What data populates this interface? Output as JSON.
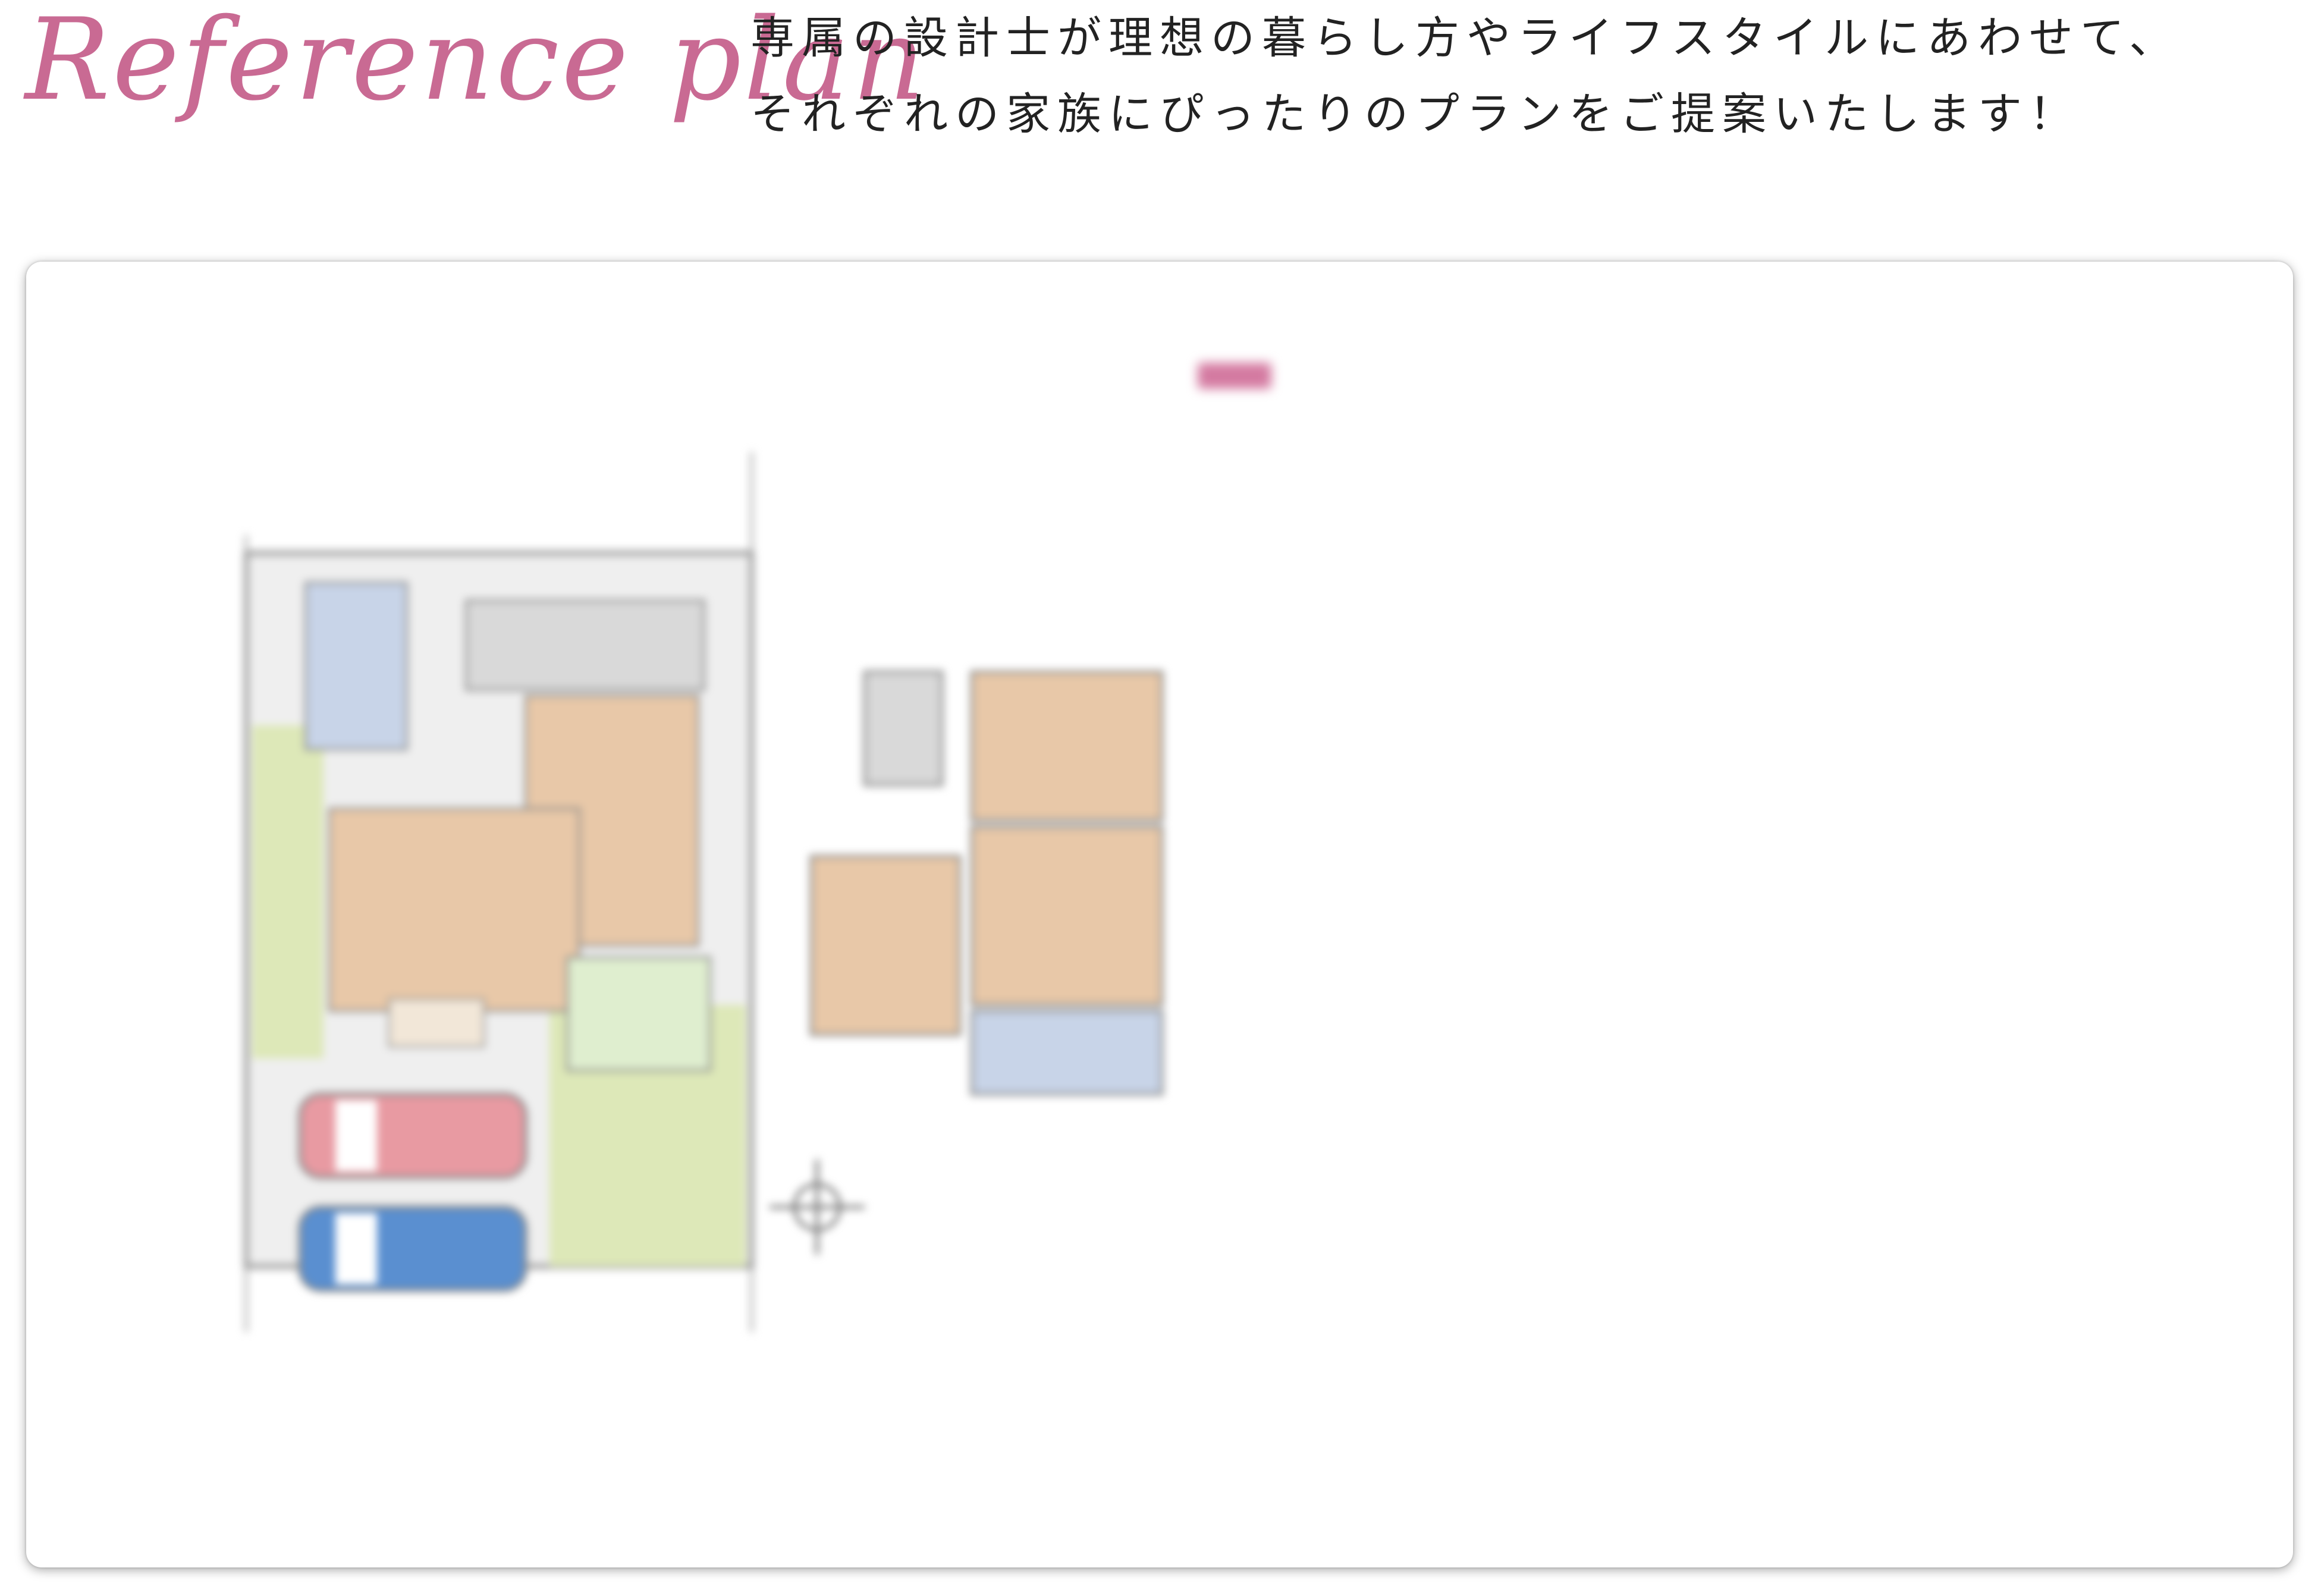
{
  "header": {
    "script_title": "Reference plan",
    "intro_lines": [
      "専属の設計士が理想の暮らし方やライフスタイルにあわせて、",
      "それぞれの家族にぴったりのプランをご提案いたします！"
    ]
  },
  "plan_card": {
    "badge": "",
    "land_info": "",
    "headline": "",
    "description": [],
    "specs": []
  },
  "floor_plan": {
    "colors": {
      "room": "#e8c8a8",
      "water": "#c8d4e8",
      "garden": "#dde8b8",
      "tatami": "#dfeecf",
      "car_red": "#e89aa2",
      "car_blue": "#5a8fd0",
      "wall": "#9a9a9a",
      "ground": "#ededed"
    },
    "icons": [
      "compass-icon",
      "car-icon"
    ]
  },
  "colors": {
    "accent_pink": "#c96a93",
    "badge_pink": "#d47aa1"
  }
}
